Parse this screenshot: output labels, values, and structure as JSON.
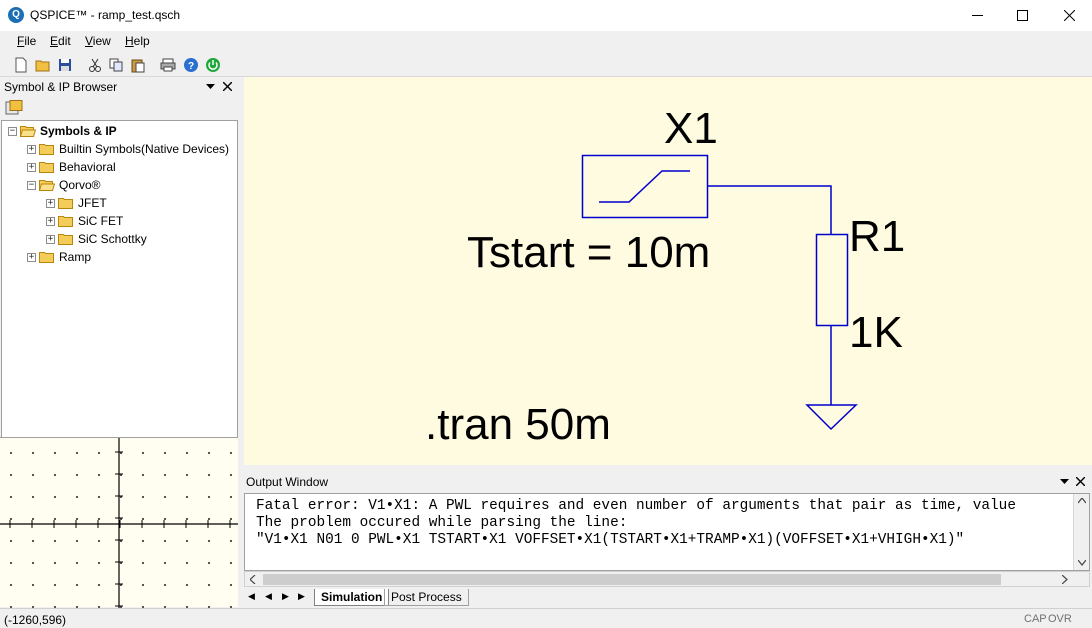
{
  "window": {
    "title": "QSPICE™ - ramp_test.qsch",
    "app_icon_letter": "Q"
  },
  "menu": [
    {
      "label_ul": "F",
      "label_rest": "ile"
    },
    {
      "label_ul": "E",
      "label_rest": "dit"
    },
    {
      "label_ul": "V",
      "label_rest": "iew"
    },
    {
      "label_ul": "H",
      "label_rest": "elp"
    }
  ],
  "toolbar_icons": [
    "new-file-icon",
    "open-folder-icon",
    "save-icon",
    "cut-icon",
    "copy-icon",
    "paste-icon",
    "print-icon",
    "help-icon",
    "power-icon"
  ],
  "symbol_browser": {
    "title": "Symbol & IP Browser",
    "tree": [
      {
        "label": "Symbols & IP",
        "depth": 0,
        "expanded": true,
        "bold": true
      },
      {
        "label": "Builtin Symbols(Native Devices)",
        "depth": 1,
        "expanded": false
      },
      {
        "label": "Behavioral",
        "depth": 1,
        "expanded": false
      },
      {
        "label": "Qorvo®",
        "depth": 1,
        "expanded": true
      },
      {
        "label": "JFET",
        "depth": 2,
        "expanded": false
      },
      {
        "label": "SiC FET",
        "depth": 2,
        "expanded": false
      },
      {
        "label": "SiC Schottky",
        "depth": 2,
        "expanded": false
      },
      {
        "label": "Ramp",
        "depth": 1,
        "expanded": false
      }
    ]
  },
  "schematic": {
    "x1_label": "X1",
    "tstart_label": "Tstart = 10m",
    "r1_label": "R1",
    "r1_value": "1K",
    "directive": ".tran 50m",
    "wire_color": "#0000cc",
    "background": "#fffbe1"
  },
  "output_window": {
    "title": "Output Window",
    "lines": [
      "Fatal error: V1•X1: A PWL requires and even number of arguments that pair as time, value",
      "The problem occured while parsing the line:",
      "   \"V1•X1 N01 0 PWL•X1 TSTART•X1 VOFFSET•X1(TSTART•X1+TRAMP•X1)(VOFFSET•X1+VHIGH•X1)\""
    ],
    "tabs": [
      "Simulation",
      "Post Process"
    ],
    "active_tab": "Simulation"
  },
  "status": {
    "coords": "(-1260,596)",
    "cap": "CAP",
    "ovr": "OVR"
  }
}
